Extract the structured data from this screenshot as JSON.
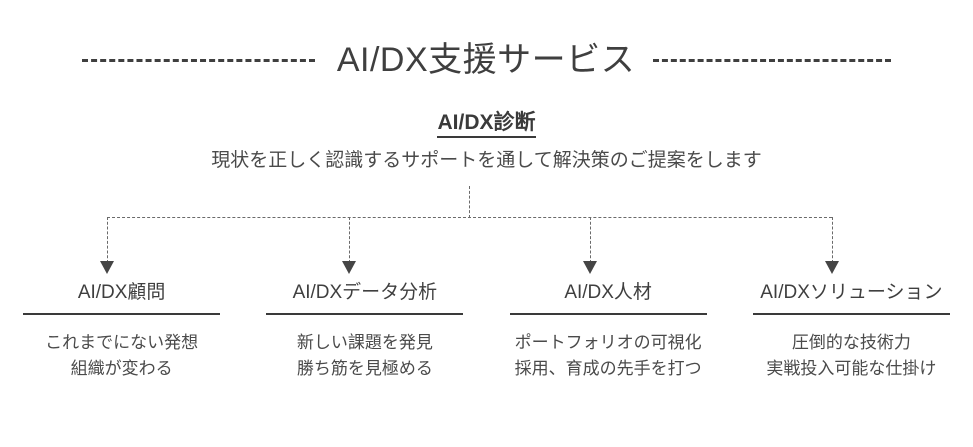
{
  "header": {
    "title": "AI/DX支援サービス",
    "left_rule": "dashed-rule-left",
    "right_rule": "dashed-rule-right"
  },
  "hero": {
    "heading": "AI/DX診断",
    "description": "現状を正しく認識するサポートを通して解決策のご提案をします"
  },
  "connector": {
    "style": "dotted",
    "arrow_count": 4,
    "color": "#6a6a6a"
  },
  "colors": {
    "background": "#ffffff",
    "text": "#3f3f3f",
    "body_text": "#4a4a4a",
    "rule": "#3a3a3a",
    "connector": "#6a6a6a",
    "arrow": "#454545"
  },
  "columns": [
    {
      "heading": "AI/DX顧問",
      "lines": [
        "これまでにない発想",
        "組織が変わる"
      ]
    },
    {
      "heading": "AI/DXデータ分析",
      "lines": [
        "新しい課題を発見",
        "勝ち筋を見極める"
      ]
    },
    {
      "heading": "AI/DX人材",
      "lines": [
        "ポートフォリオの可視化",
        "採用、育成の先手を打つ"
      ]
    },
    {
      "heading": "AI/DXソリューション",
      "lines": [
        "圧倒的な技術力",
        "実戦投入可能な仕掛け"
      ]
    }
  ]
}
